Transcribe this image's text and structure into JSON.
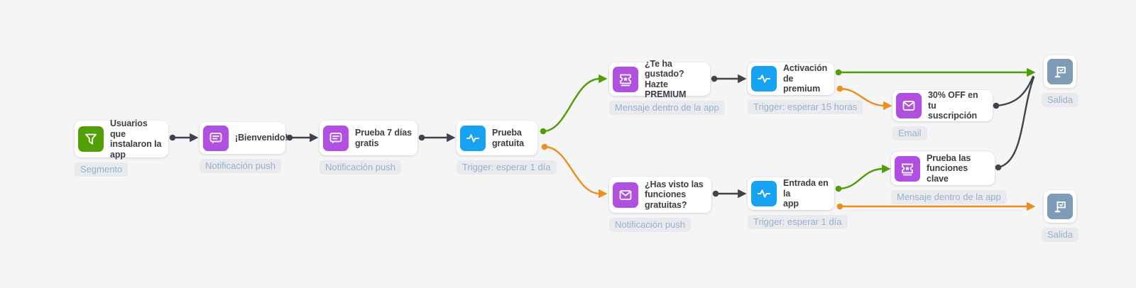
{
  "colors": {
    "canvas_bg": "#f5f5f6",
    "green": "#52a005",
    "purple": "#b14fe0",
    "blue": "#18a3f2",
    "steel_blue": "#7e9bb8",
    "edge_dark": "#3e444c",
    "edge_green": "#4f9e07",
    "edge_orange": "#ef8c1f"
  },
  "flow": {
    "nodes": [
      {
        "id": "segment",
        "title": "Usuarios que\ninstalaron la\napp",
        "badge": "Segmento",
        "icon": "filter-icon"
      },
      {
        "id": "welcome-push",
        "title": "¡Bienvenido!",
        "badge": "Notificación push",
        "icon": "push-notification-icon"
      },
      {
        "id": "free-trial-push",
        "title": "Prueba 7 días\ngratis",
        "badge": "Notificación push",
        "icon": "push-notification-icon"
      },
      {
        "id": "free-trial-trigger",
        "title": "Prueba\ngratuita",
        "badge": "Trigger: esperar 1 día",
        "icon": "trigger-pulse-icon"
      },
      {
        "id": "premium-upsell-inapp",
        "title": "¿Te ha gustado?\nHazte PREMIUM",
        "badge": "Mensaje dentro de la app",
        "icon": "inapp-message-icon"
      },
      {
        "id": "premium-activation-trigger",
        "title": "Activación\nde premium",
        "badge": "Trigger: esperar 15 horas",
        "icon": "trigger-pulse-icon"
      },
      {
        "id": "discount-email",
        "title": "30% OFF en tu\nsuscripción",
        "badge": "Email",
        "icon": "email-icon"
      },
      {
        "id": "free-features-push",
        "title": "¿Has visto las\nfunciones\ngratuitas?",
        "badge": "Notificación push",
        "icon": "email-icon"
      },
      {
        "id": "app-entry-trigger",
        "title": "Entrada en la\napp",
        "badge": "Trigger: esperar 1 día",
        "icon": "trigger-pulse-icon"
      },
      {
        "id": "key-features-inapp",
        "title": "Prueba las\nfunciones clave",
        "badge": "Mensaje dentro de la app",
        "icon": "inapp-message-icon"
      },
      {
        "id": "exit-top",
        "title": "",
        "badge": "Salida",
        "icon": "exit-flag-icon"
      },
      {
        "id": "exit-bottom",
        "title": "",
        "badge": "Salida",
        "icon": "exit-flag-icon"
      }
    ],
    "edges": [
      {
        "from": "segment",
        "to": "welcome-push",
        "type": "default"
      },
      {
        "from": "welcome-push",
        "to": "free-trial-push",
        "type": "default"
      },
      {
        "from": "free-trial-push",
        "to": "free-trial-trigger",
        "type": "default"
      },
      {
        "from": "free-trial-trigger",
        "to": "premium-upsell-inapp",
        "type": "positive"
      },
      {
        "from": "free-trial-trigger",
        "to": "free-features-push",
        "type": "negative"
      },
      {
        "from": "premium-upsell-inapp",
        "to": "premium-activation-trigger",
        "type": "default"
      },
      {
        "from": "premium-activation-trigger",
        "to": "exit-top",
        "type": "positive"
      },
      {
        "from": "premium-activation-trigger",
        "to": "discount-email",
        "type": "negative"
      },
      {
        "from": "discount-email",
        "to": "exit-top",
        "type": "default"
      },
      {
        "from": "free-features-push",
        "to": "app-entry-trigger",
        "type": "default"
      },
      {
        "from": "app-entry-trigger",
        "to": "key-features-inapp",
        "type": "positive"
      },
      {
        "from": "app-entry-trigger",
        "to": "exit-bottom",
        "type": "negative"
      },
      {
        "from": "key-features-inapp",
        "to": "exit-top",
        "type": "default"
      }
    ]
  }
}
